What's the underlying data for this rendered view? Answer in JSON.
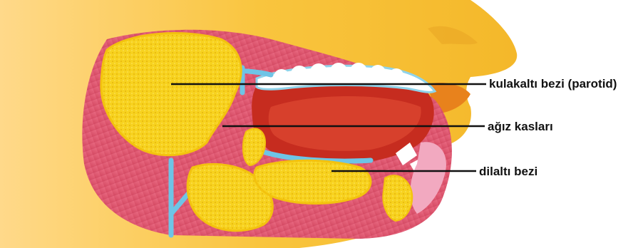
{
  "labels": {
    "parotid": "kulakaltı bezi (parotid)",
    "muscles": "ağız kasları",
    "sublingual": "dilaltı bezi"
  },
  "colors": {
    "skin": "#f7c23a",
    "gland": "#f5cf1a",
    "muscle": "#e0566e",
    "duct": "#6ec4e6",
    "mouth": "#c62c1f",
    "teeth": "#ffffff",
    "leader_line": "#111111"
  }
}
